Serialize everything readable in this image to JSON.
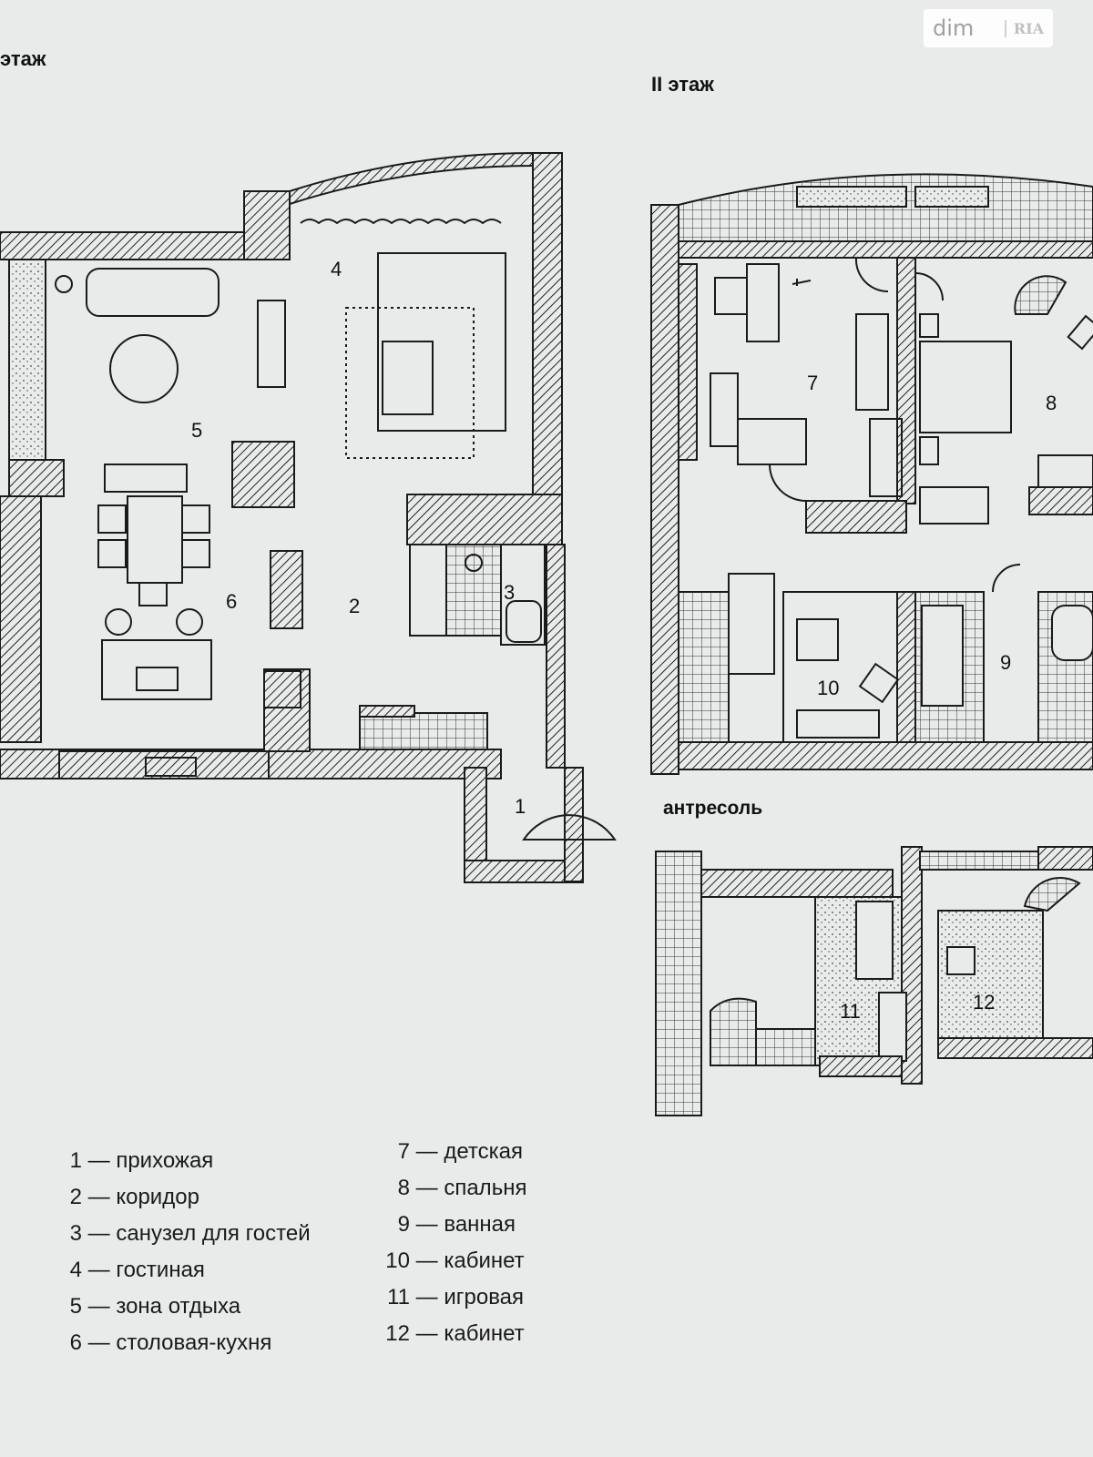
{
  "titles": {
    "floor1": "этаж",
    "floor2": "II этаж",
    "mezzanine": "антресоль"
  },
  "watermark": {
    "brand": "dim",
    "partner": "RIA"
  },
  "rooms": [
    "1",
    "2",
    "3",
    "4",
    "5",
    "6",
    "7",
    "8",
    "9",
    "10",
    "11",
    "12"
  ],
  "legend": {
    "left": [
      {
        "num": "1",
        "label": "— прихожая"
      },
      {
        "num": "2",
        "label": "— коридор"
      },
      {
        "num": "3",
        "label": "— санузел для гостей"
      },
      {
        "num": "4",
        "label": "— гостиная"
      },
      {
        "num": "5",
        "label": "— зона отдыха"
      },
      {
        "num": "6",
        "label": "— столовая-кухня"
      }
    ],
    "right": [
      {
        "num": "7",
        "label": "— детская"
      },
      {
        "num": "8",
        "label": "— спальня"
      },
      {
        "num": "9",
        "label": "— ванная"
      },
      {
        "num": "10",
        "label": "— кабинет"
      },
      {
        "num": "11",
        "label": "— игровая"
      },
      {
        "num": "12",
        "label": "— кабинет"
      }
    ]
  }
}
